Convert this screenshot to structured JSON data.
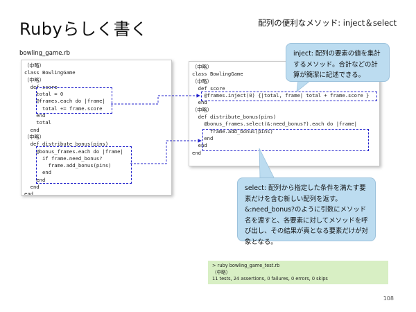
{
  "slide": {
    "title": "Rubyらしく書く",
    "subtitle": "配列の便利なメソッド: inject＆select",
    "file_label": "bowling_game.rb",
    "page_number": "108"
  },
  "code_left": {
    "lines": [
      "（中略）",
      "class BowlingGame",
      "（中略）",
      "  def score",
      "    total = 0",
      "    @frames.each do |frame|",
      "      total += frame.score",
      "    end",
      "    total",
      "  end",
      "",
      "（中略）",
      "",
      "  def distribute_bonus(pins)",
      "    @bonus_frames.each do |frame|",
      "      if frame.need_bonus?",
      "        frame.add_bonus(pins)",
      "      end",
      "    end",
      "  end",
      "end"
    ]
  },
  "code_right": {
    "lines": [
      "（中略）",
      "class BowlingGame",
      "（中略）",
      "",
      "  def score",
      "    @frames.inject(0) {|total, frame| total + frame.score }",
      "  end",
      "",
      "（中略）",
      "",
      "  def distribute_bonus(pins)",
      "    @bonus_frames.select(&:need_bonus?).each do |frame|",
      "      frame.add_bonus(pins)",
      "    end",
      "  end",
      "end"
    ]
  },
  "callouts": {
    "inject": "inject: 配列の要素の値を集計するメソッド。合計などの計算が簡潔に記述できる。",
    "select": "select: 配列から指定した条件を満たす要素だけを含む新しい配列を返す。&:need_bonus?のように引数にメソッド名を渡すと、各要素に対してメソッドを呼び出し、その結果が真となる要素だけが対象となる。"
  },
  "terminal": {
    "command": "> ruby bowling_game_test.rb",
    "omitted": "（中略）",
    "result": "11 tests, 24 assertions, 0 failures, 0 errors, 0 skips"
  },
  "colors": {
    "callout_bg": "#bcdcf0",
    "terminal_bg": "#d8efc4",
    "highlight": "#2222cc"
  }
}
